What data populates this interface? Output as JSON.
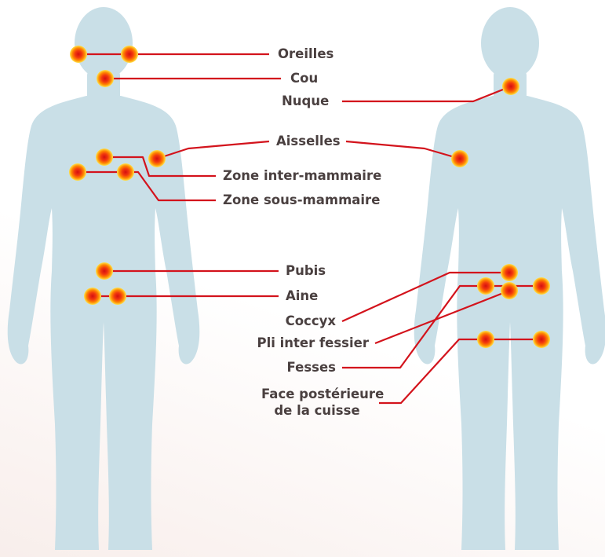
{
  "colors": {
    "body": "#c9dfe7",
    "leader": "#d3131c",
    "marker_center": "#d41010",
    "marker_mid": "#ff6a00",
    "marker_edge": "#ffe34a",
    "text": "#4a4040"
  },
  "labels": {
    "oreilles": "Oreilles",
    "cou": "Cou",
    "nuque": "Nuque",
    "aisselles": "Aisselles",
    "zone_inter_mammaire": "Zone inter-mammaire",
    "zone_sous_mammaire": "Zone sous-mammaire",
    "pubis": "Pubis",
    "aine": "Aine",
    "coccyx": "Coccyx",
    "pli_inter_fessier": "Pli inter fessier",
    "fesses": "Fesses",
    "face_posterieure_line1": "Face postérieure",
    "face_posterieure_line2": "de la cuisse"
  },
  "figures": {
    "front": "front-body",
    "back": "back-body"
  }
}
